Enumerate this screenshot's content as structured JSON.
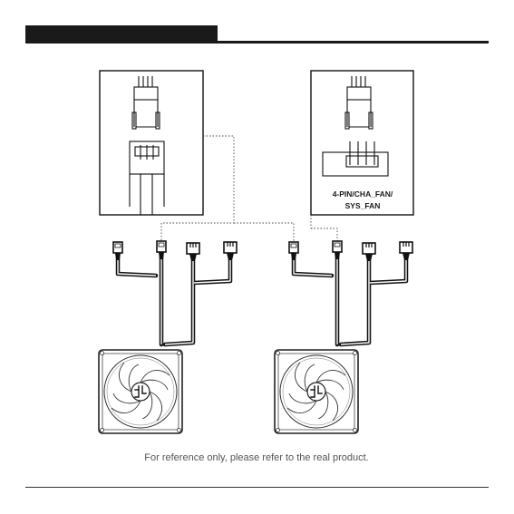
{
  "header_bar": {
    "color": "#1a1a1a"
  },
  "right_inset": {
    "connector_label_line1": "4-PIN/CHA_FAN/",
    "connector_label_line2": "SYS_FAN"
  },
  "fans": [
    {
      "logo": "deepcool-logo-icon"
    },
    {
      "logo": "deepcool-logo-icon"
    }
  ],
  "footer": {
    "note": "For reference only, please refer to the real product."
  }
}
